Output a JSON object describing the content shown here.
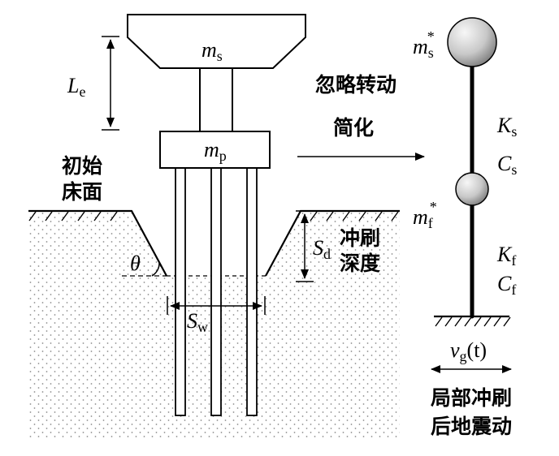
{
  "labels": {
    "ms_base": "m",
    "ms_sub": "s",
    "mp_base": "m",
    "mp_sub": "p",
    "le_base": "L",
    "le_sub": "e",
    "sd_base": "S",
    "sd_sub": "d",
    "sw_base": "S",
    "sw_sub": "w",
    "theta": "θ",
    "ms_star_base": "m",
    "ms_star_sub": "s",
    "ms_star_sup": "*",
    "mf_star_base": "m",
    "mf_star_sub": "f",
    "mf_star_sup": "*",
    "ks_base": "K",
    "ks_sub": "s",
    "cs_base": "C",
    "cs_sub": "s",
    "kf_base": "K",
    "kf_sub": "f",
    "cf_base": "C",
    "cf_sub": "f",
    "vg_base": "v",
    "vg_sub": "g",
    "vg_arg": "(t)"
  },
  "text": {
    "ignore_rotation": "忽略转动",
    "simplify": "简化",
    "initial_bed_1": "初始",
    "initial_bed_2": "床面",
    "scour_depth_1": "冲刷",
    "scour_depth_2": "深度",
    "local_scour_1": "局部冲刷",
    "local_scour_2": "后地震动"
  },
  "colors": {
    "line": "#000000",
    "sphere_light": "#f4f4f4",
    "sphere_dark": "#8a8a8a",
    "soil_dot": "#8c8c8c"
  }
}
